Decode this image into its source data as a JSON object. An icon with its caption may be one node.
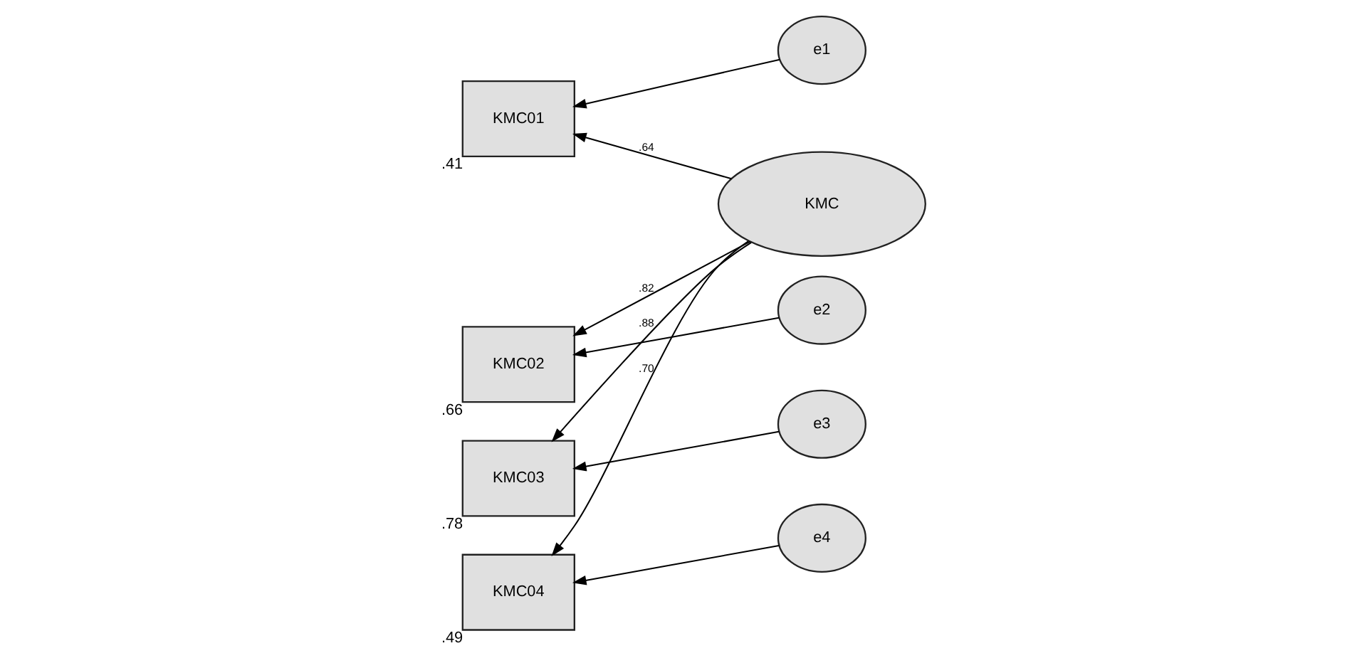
{
  "diagram": {
    "nodes": [
      {
        "text": [
          "e1"
        ]
      },
      {
        "text": [
          "e2"
        ]
      },
      {
        "text": [
          "e3"
        ]
      },
      {
        "text": [
          "e4"
        ]
      },
      {
        "text": [
          "KMC01"
        ],
        "beside": [
          ".41"
        ]
      },
      {
        "text": [
          "KMC02"
        ],
        "beside": [
          ".66"
        ]
      },
      {
        "text": [
          "KMC03"
        ],
        "beside": [
          ".78"
        ]
      },
      {
        "text": [
          "KMC04"
        ],
        "beside": [
          ".49"
        ]
      },
      {
        "text": [
          "KMC"
        ]
      }
    ],
    "edges": [
      {
        "from": 0,
        "to": 4,
        "arrow": "to"
      },
      {
        "from": 1,
        "to": 5,
        "arrow": "to"
      },
      {
        "from": 2,
        "to": 6,
        "arrow": "to"
      },
      {
        "from": 3,
        "to": 7,
        "arrow": "to"
      },
      {
        "from": 8,
        "to": 4,
        "arrow": "to",
        "label": ".64"
      },
      {
        "from": 8,
        "to": 5,
        "arrow": "to",
        "label": ".82"
      },
      {
        "from": 8,
        "to": 6,
        "arrow": "to",
        "label": ".88"
      },
      {
        "from": 8,
        "to": 7,
        "arrow": "to",
        "label": ".70"
      }
    ]
  }
}
